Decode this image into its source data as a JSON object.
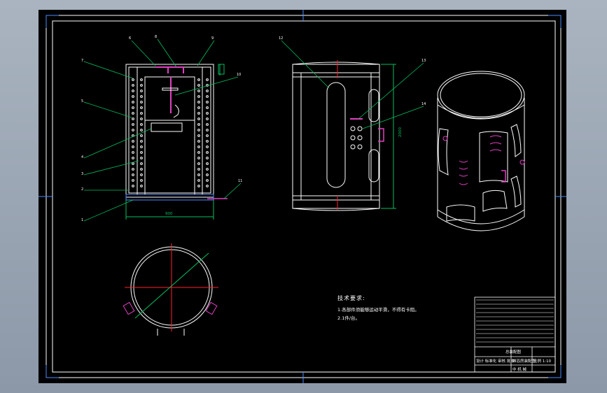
{
  "drawing": {
    "tech_requirements": {
      "title": "技术要求:",
      "lines": [
        "1.各部件须能够运动平滑，不得有卡阻。",
        "2.1件/台。"
      ]
    },
    "title_block": {
      "drawing_name": "总装配图",
      "left_note": "设计 标准化 审核 批准",
      "mid_note": "淋浴房装配图",
      "right_note": "比例 1:10",
      "company": "中 机 械"
    },
    "part_numbers": [
      "1",
      "2",
      "3",
      "4",
      "5",
      "6",
      "7",
      "8",
      "9",
      "10",
      "11",
      "12",
      "13",
      "14"
    ],
    "dims": {
      "front_width": "900",
      "side_height": "2000"
    },
    "colors": {
      "background": "#000000",
      "line": "#ffffff",
      "accent_red": "#ff2030",
      "accent_green": "#00c060",
      "accent_magenta": "#e040c0",
      "accent_blue": "#4a8cff"
    }
  }
}
